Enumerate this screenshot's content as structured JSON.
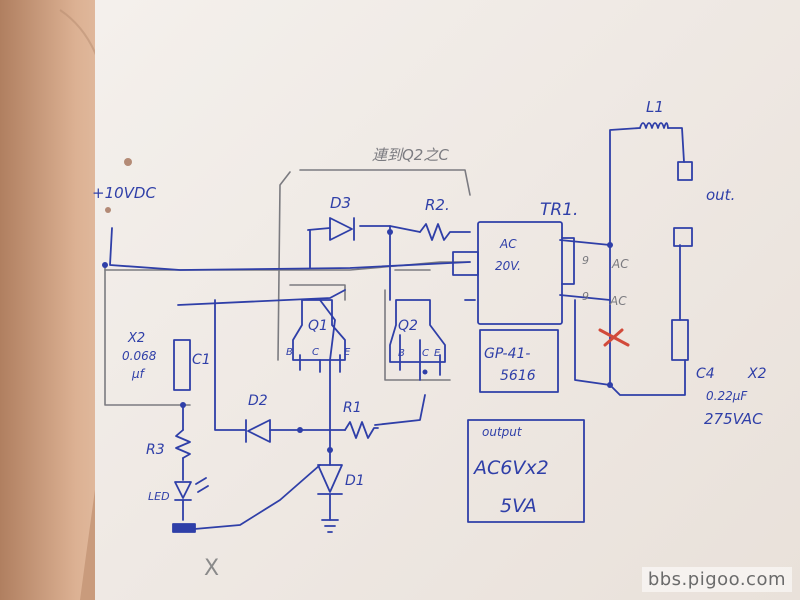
{
  "colors": {
    "ink": "#2f3fa8",
    "pencil": "#7b7b80",
    "paper": "#f2eee9",
    "mark": "#d24a3a"
  },
  "labels": {
    "supply": "+10VDC",
    "note_top": "連到Q2之C",
    "d3": "D3",
    "r2": "R2.",
    "tr1": "TR1.",
    "tr_ac": "AC",
    "tr_20v": "20V.",
    "tr_pin9a": "9",
    "tr_ac_a": "AC",
    "tr_pin9b": "9",
    "tr_ac_b": "AC",
    "l1": "L1",
    "out": "out.",
    "x2_left": "X2",
    "c1_value_1": "0.068",
    "c1_value_2": "μf",
    "c1": "C1",
    "q1": "Q1",
    "q2": "Q2",
    "q1_b": "B",
    "q1_c": "C",
    "q1_e": "E",
    "q2_b": "B",
    "q2_c": "C",
    "q2_e": "E",
    "part_1": "GP-41-",
    "part_2": "5616",
    "r3": "R3",
    "led": "LED",
    "d2": "D2",
    "r1": "R1",
    "d1": "D1",
    "c4": "C4",
    "x2_right": "X2",
    "c4_value_1": "0.22μF",
    "c4_value_2": "275VAC",
    "out_box_1": "output",
    "out_box_2": "AC6Vx2",
    "out_box_3": "5VA",
    "x_mark": "X"
  },
  "watermark": "bbs.pigoo.com"
}
